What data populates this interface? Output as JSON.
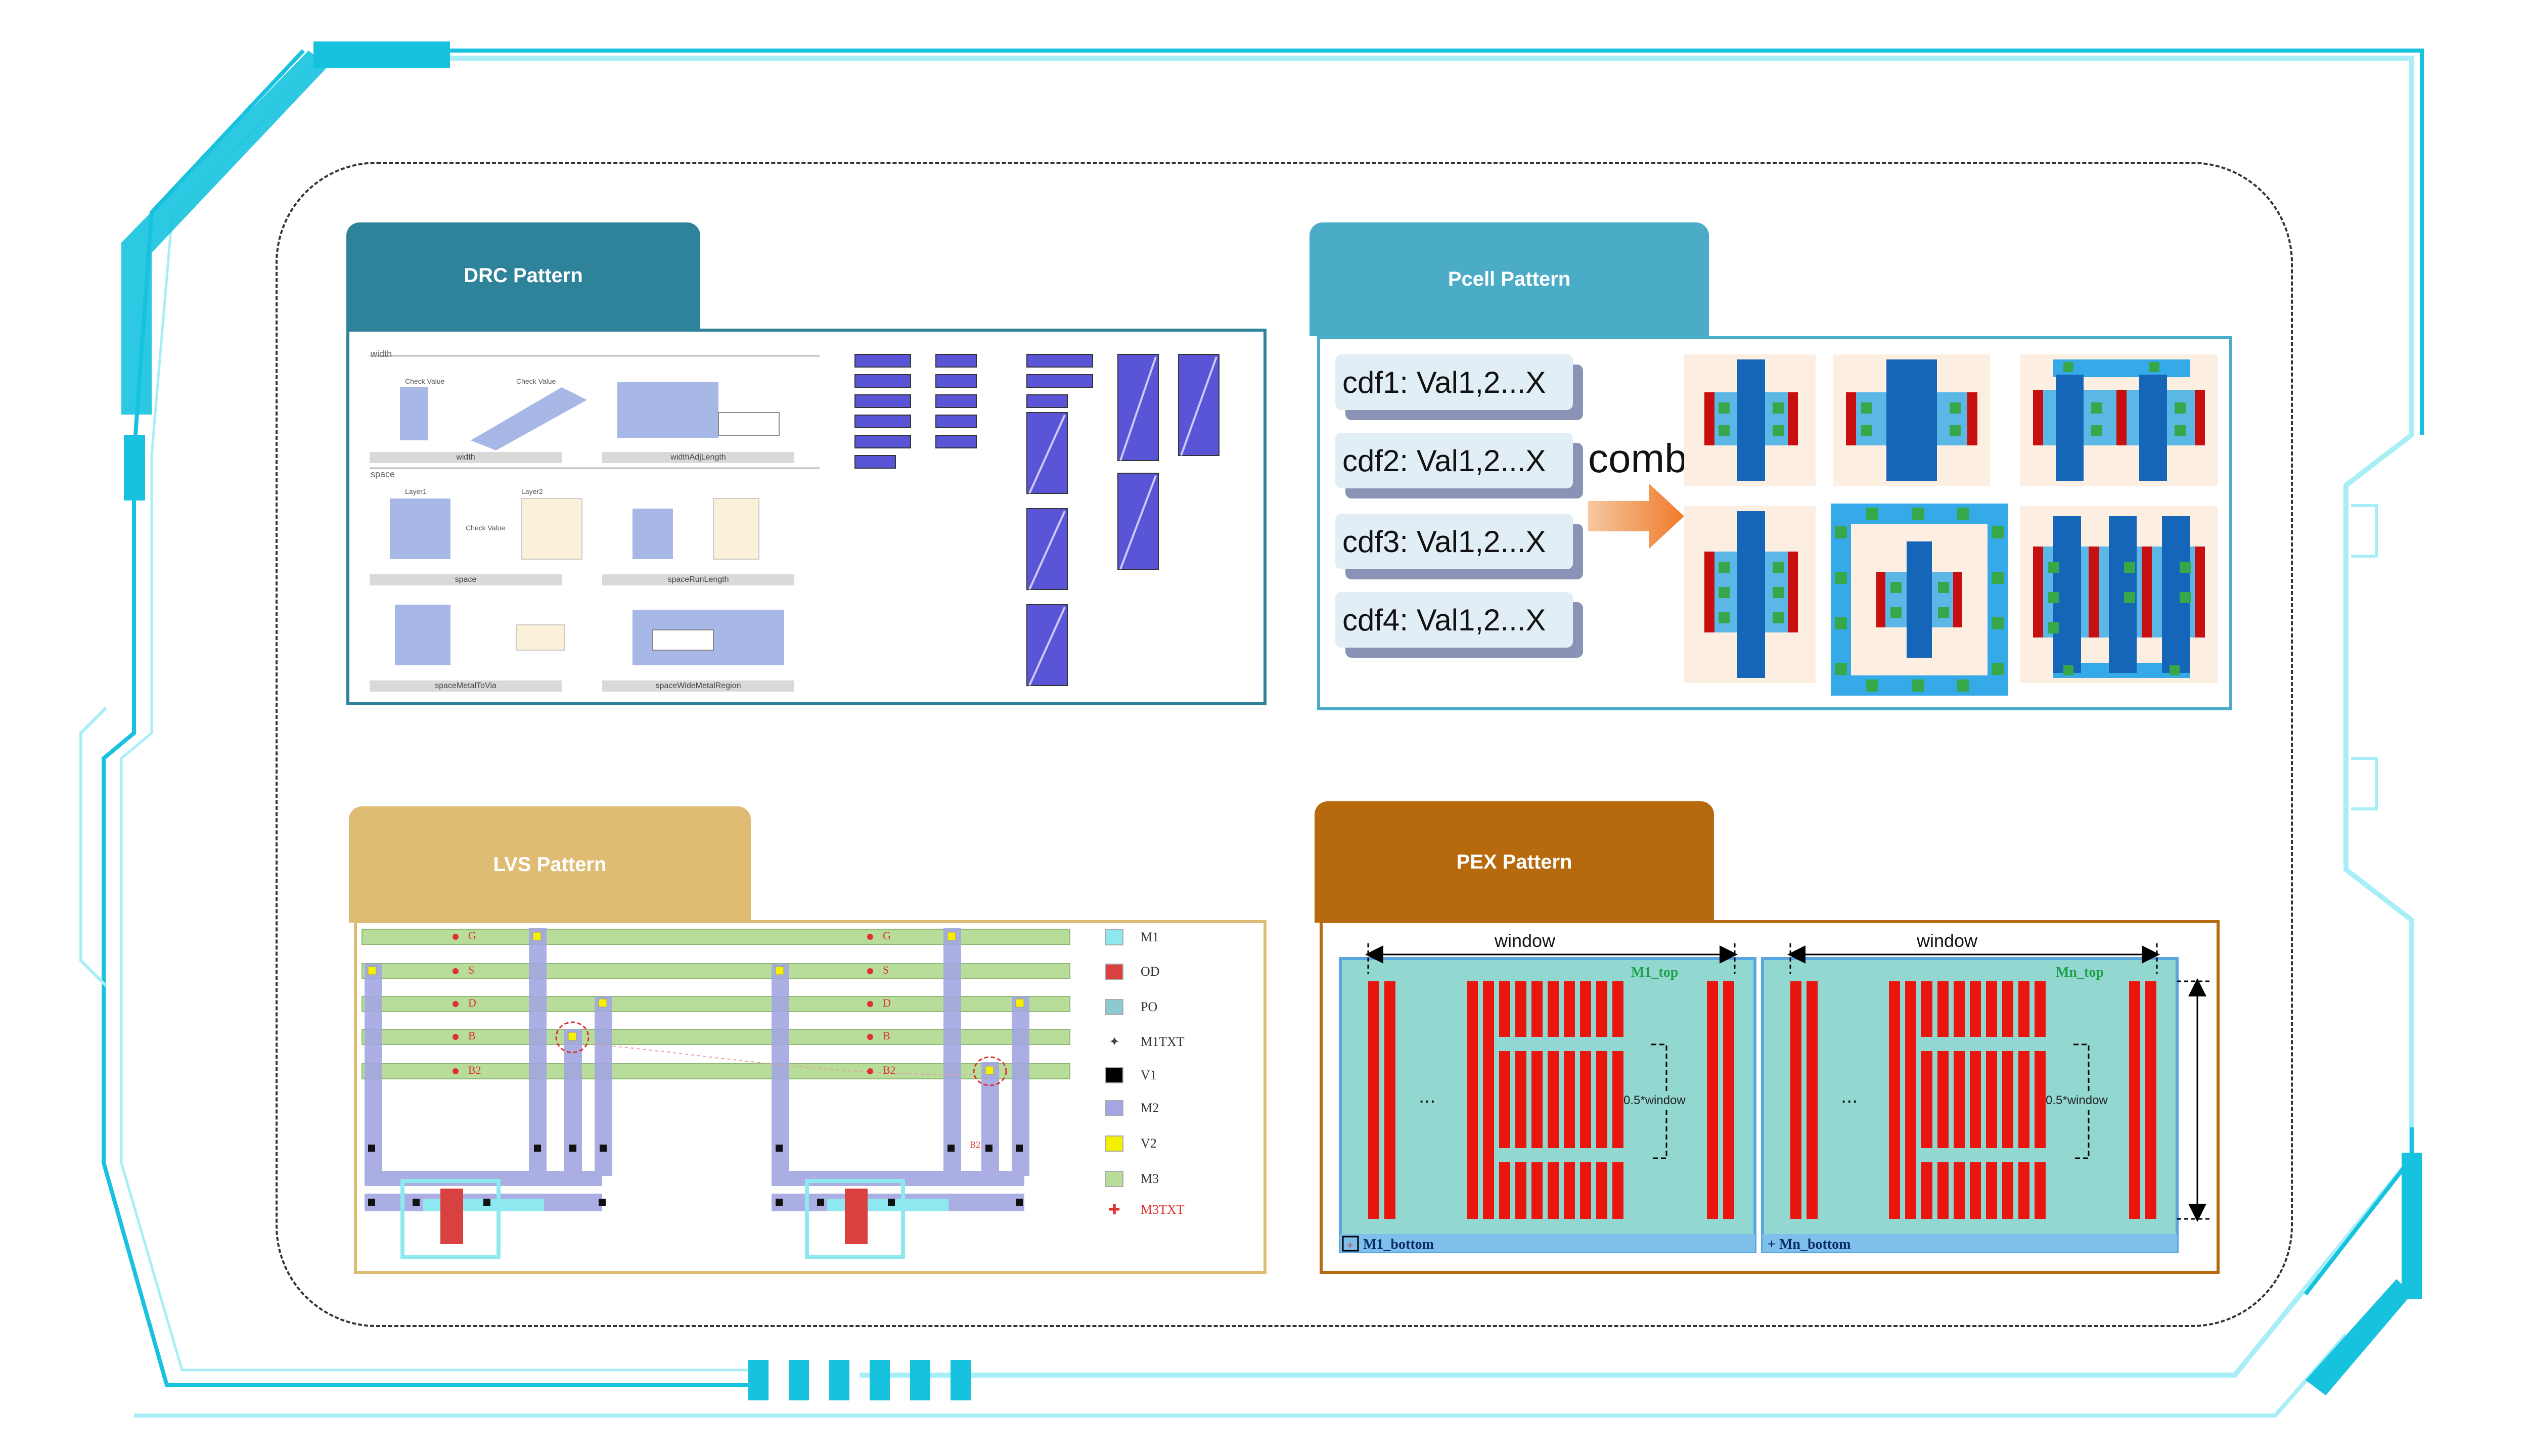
{
  "colors": {
    "frame": "#16c2de",
    "drc": "#2e8299",
    "pcell": "#4bacc7",
    "lvs": "#dfbc74",
    "pex": "#b7690d"
  },
  "drc": {
    "title": "DRC Pattern",
    "section_width": "width",
    "section_space": "space",
    "labels": [
      "width",
      "widthAdjLength",
      "space",
      "spaceRunLength",
      "spaceMetalToVia",
      "spaceWideMetalRegion"
    ],
    "check_value": "Check Value",
    "layer1": "Layer1",
    "layer2": "Layer2"
  },
  "pcell": {
    "title": "Pcell Pattern",
    "cdfs": [
      "cdf1: Val1,2...X",
      "cdf2: Val1,2...X",
      "cdf3: Val1,2...X",
      "cdf4: Val1,2...X"
    ],
    "comb": "comb"
  },
  "lvs": {
    "title": "LVS Pattern",
    "row_labels": [
      "G",
      "S",
      "D",
      "B",
      "B2"
    ],
    "legend": [
      {
        "label": "M1",
        "color": "#8ee8f0"
      },
      {
        "label": "OD",
        "color": "#d94040"
      },
      {
        "label": "PO",
        "color": "#8ec9cf"
      },
      {
        "label": "M1TXT",
        "color": "#444444"
      },
      {
        "label": "V1",
        "color": "#000000"
      },
      {
        "label": "M2",
        "color": "#a3a6e0"
      },
      {
        "label": "V2",
        "color": "#f3f000"
      },
      {
        "label": "M3",
        "color": "#b8dd9a"
      },
      {
        "label": "M3TXT",
        "color": "#e03030"
      }
    ]
  },
  "pex": {
    "title": "PEX Pattern",
    "window": "window",
    "half_window": "0.5*window",
    "ellipsis": "...",
    "left_top": "M1_top",
    "right_top": "Mn_top",
    "left_bottom": "M1_bottom",
    "right_bottom": "+ Mn_bottom"
  }
}
